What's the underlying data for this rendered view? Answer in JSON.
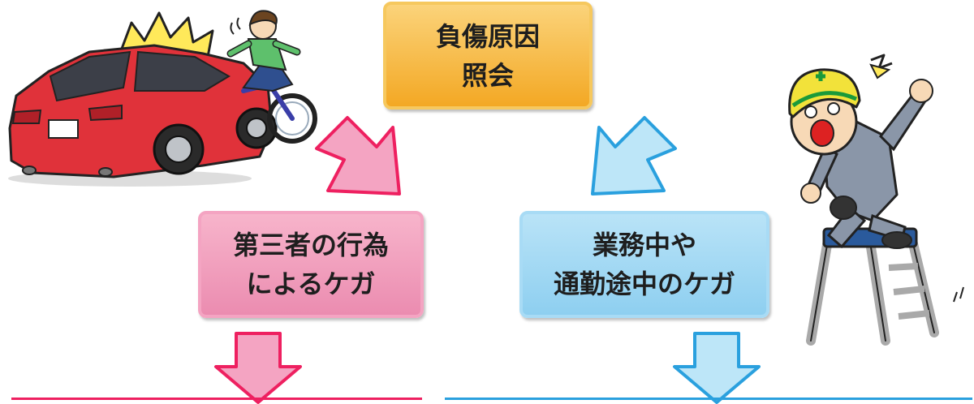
{
  "top_box": {
    "line1": "負傷原因",
    "line2": "照会"
  },
  "left_box": {
    "line1": "第三者の行為",
    "line2": "によるケガ"
  },
  "right_box": {
    "line1": "業務中や",
    "line2": "通勤途中のケガ"
  },
  "colors": {
    "pink": "#ee2060",
    "pink_fill": "#f4a4c2",
    "blue": "#2aa0de",
    "blue_fill": "#bde6f8",
    "orange": "#f3a824"
  },
  "illustrations": {
    "left": "car-bicycle-accident",
    "right": "worker-falling-from-stepladder"
  }
}
